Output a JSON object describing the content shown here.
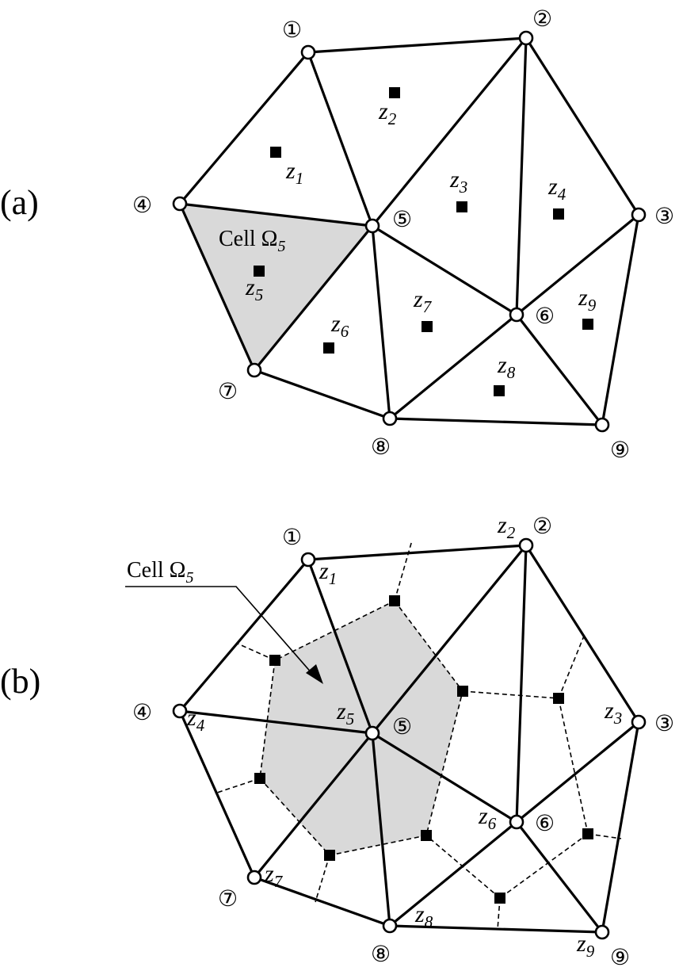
{
  "panels": {
    "a": {
      "label": "(a)"
    },
    "b": {
      "label": "(b)"
    }
  },
  "cell_label": {
    "prefix": "Cell ",
    "symbol": "Ω",
    "subscript": "5"
  },
  "node_labels": [
    "①",
    "②",
    "③",
    "④",
    "⑤",
    "⑥",
    "⑦",
    "⑧",
    "⑨"
  ],
  "z_letter": "z",
  "z_subscripts": [
    "1",
    "2",
    "3",
    "4",
    "5",
    "6",
    "7",
    "8",
    "9"
  ],
  "colors": {
    "shaded_cell": "#d9d9d9",
    "lines": "#000000",
    "node_fill": "#ffffff"
  }
}
